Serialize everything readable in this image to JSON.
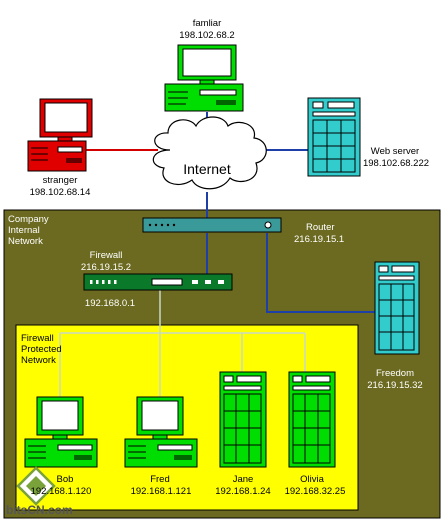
{
  "colors": {
    "company_bg": "#6b6a20",
    "protected_bg": "#ffff00",
    "red_line": "#d40000",
    "blue_line": "#1f3fa8",
    "light_line": "#c8d8c8",
    "stranger": "#e00000",
    "familiar": "#00dd00",
    "teal": "#33cccc",
    "green": "#00dd00",
    "router": "#3a9a9a",
    "firewall": "#0a7a2a"
  },
  "cloud": {
    "label": "Internet"
  },
  "nodes": {
    "familiar": {
      "name": "famliar",
      "ip": "198.102.68.2"
    },
    "stranger": {
      "name": "stranger",
      "ip": "198.102.68.14"
    },
    "web_server": {
      "name": "Web server",
      "ip": "198.102.68.222"
    },
    "router": {
      "name": "Router",
      "ip": "216.19.15.1"
    },
    "firewall": {
      "name": "Firewall",
      "ip_outer": "216.19.15.2",
      "ip_inner": "192.168.0.1"
    },
    "freedom": {
      "name": "Freedom",
      "ip": "216.19.15.32"
    },
    "bob": {
      "name": "Bob",
      "ip": "192.168.1.120"
    },
    "fred": {
      "name": "Fred",
      "ip": "192.168.1.121"
    },
    "jane": {
      "name": "Jane",
      "ip": "192.168.1.24"
    },
    "olivia": {
      "name": "Olivia",
      "ip": "192.168.32.25"
    }
  },
  "zones": {
    "company": [
      "Company",
      "Internal",
      "Network"
    ],
    "protected": [
      "Firewall",
      "Protected",
      "Network"
    ]
  },
  "watermark": "bitsCN.com"
}
